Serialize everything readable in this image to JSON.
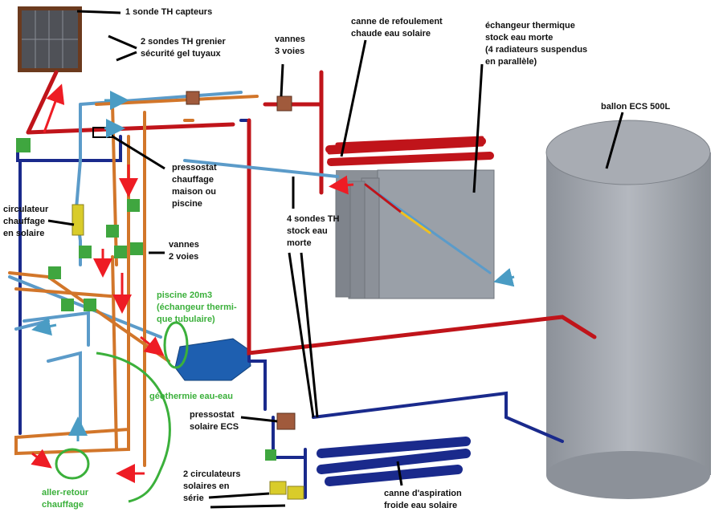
{
  "labels": {
    "sonde_capteurs": "1 sonde TH capteurs",
    "sondes_grenier": [
      "2 sondes TH grenier",
      "sécurité gel tuyaux"
    ],
    "vannes_3_voies": [
      "vannes",
      "3 voies"
    ],
    "canne_refoulement": [
      "canne de refoulement",
      "chaude eau solaire"
    ],
    "echangeur": [
      "échangeur thermique",
      "stock eau morte",
      "(4 radiateurs suspendus",
      "en parallèle)"
    ],
    "ballon_ecs": "ballon ECS 500L",
    "pressostat_chauffage": [
      "pressostat",
      "chauffage",
      "maison ou",
      "piscine"
    ],
    "circulateur_chauffage": [
      "circulateur",
      "chauffage",
      "en solaire"
    ],
    "sondes_stock": [
      "4 sondes TH",
      "stock eau",
      "morte"
    ],
    "vannes_2_voies": [
      "vannes",
      "2 voies"
    ],
    "piscine": [
      "piscine 20m3",
      "(échangeur thermi-",
      "que tubulaire)"
    ],
    "geothermie": "géothermie eau-eau",
    "pressostat_solaire": [
      "pressostat",
      "solaire ECS"
    ],
    "circulateurs_solaires": [
      "2 circulateurs",
      "solaires en",
      "série"
    ],
    "canne_aspiration": [
      "canne d'aspiration",
      "froide eau solaire"
    ],
    "aller_retour": [
      "aller-retour",
      "chauffage"
    ]
  },
  "colors": {
    "hot_pipe": "#c0141a",
    "cold_pipe": "#1a2a8c",
    "light_pipe": "#5b9bc9",
    "orange_pipe": "#d2762a",
    "arrow_red": "#ee1c24",
    "arrow_blue": "#4a9cc4",
    "green_annotation": "#3bb03b",
    "tank": "#9ea3aa",
    "pool": "#1e5fb0",
    "valve_green": "#3fa63f",
    "circulator_yellow": "#d9cc2a"
  }
}
